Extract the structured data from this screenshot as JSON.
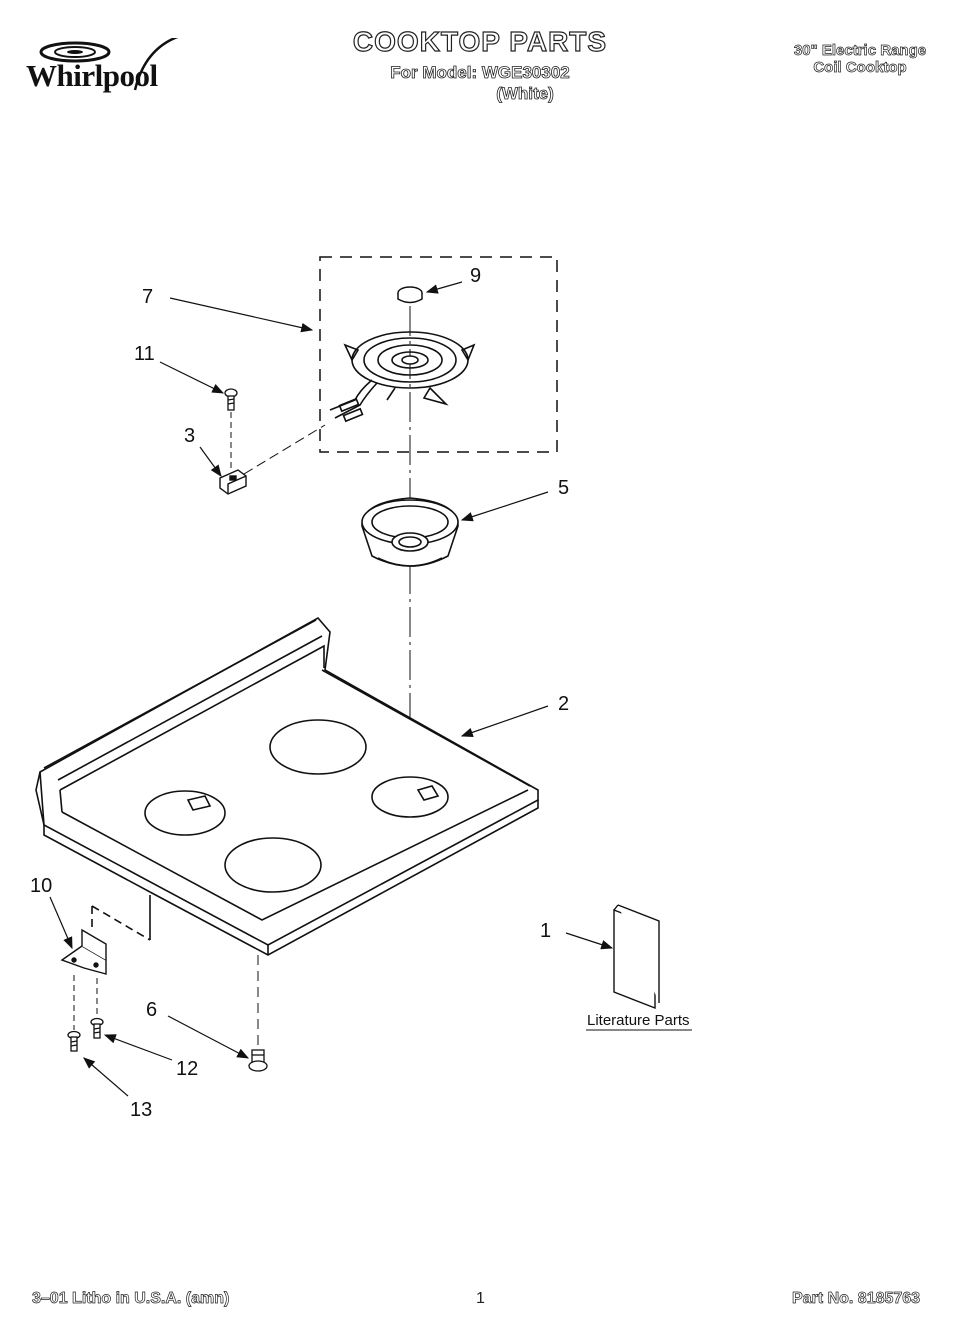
{
  "header": {
    "brand": "Whirlpool",
    "title": "COOKTOP PARTS",
    "model_line": "For Model: WGE30302",
    "variant": "(White)",
    "range_type": "30\" Electric Range",
    "cooktop_type": "Coil Cooktop"
  },
  "callouts": {
    "c1": "1",
    "c2": "2",
    "c3": "3",
    "c5": "5",
    "c6": "6",
    "c7": "7",
    "c9": "9",
    "c10": "10",
    "c11": "11",
    "c12": "12",
    "c13": "13"
  },
  "literature_label": "Literature Parts",
  "footer": {
    "left": "3–01 Litho in U.S.A. (amn)",
    "page": "1",
    "part_number": "Part No. 8185763"
  }
}
